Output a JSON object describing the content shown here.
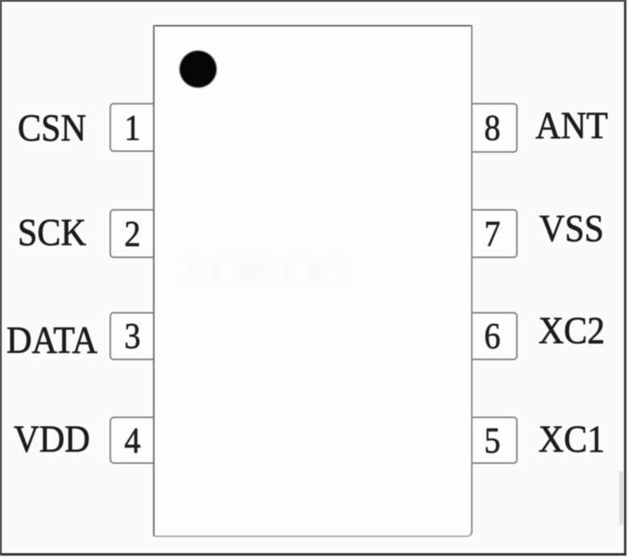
{
  "diagram": {
    "description": "8-pin IC package pinout, top view",
    "pin1_marker": "black-dot",
    "watermark_text": "XOKOO",
    "colors": {
      "page_background": "#fbfbfb",
      "frame_line": "#2a2a2a",
      "chip_fill": "#fdfdfd",
      "chip_border": "#7a7a7a",
      "pin_box_border": "#8b8b8b",
      "text": "#1c1c1c",
      "scroll_thumb": "#dcdfeb",
      "pin1_dot": "#060606"
    },
    "pins": {
      "left": [
        {
          "number": "1",
          "name": "CSN"
        },
        {
          "number": "2",
          "name": "SCK"
        },
        {
          "number": "3",
          "name": "DATA"
        },
        {
          "number": "4",
          "name": "VDD"
        }
      ],
      "right": [
        {
          "number": "8",
          "name": "ANT"
        },
        {
          "number": "7",
          "name": "VSS"
        },
        {
          "number": "6",
          "name": "XC2"
        },
        {
          "number": "5",
          "name": "XC1"
        }
      ]
    }
  }
}
